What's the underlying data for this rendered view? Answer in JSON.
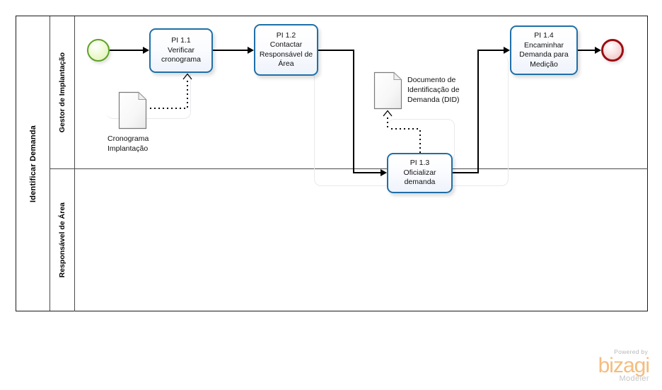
{
  "diagram": {
    "type": "bpmn-process-diagram",
    "pool": {
      "name": "Identificar Demanda",
      "lanes": [
        {
          "id": "lane-gestor",
          "name": "Gestor de Implantação"
        },
        {
          "id": "lane-responsavel",
          "name": "Responsável de Área"
        }
      ]
    },
    "events": [
      {
        "id": "start-event",
        "type": "start",
        "label": "",
        "lane": "lane-gestor",
        "color": "#5ea226"
      },
      {
        "id": "end-event",
        "type": "end",
        "label": "",
        "lane": "lane-gestor",
        "color": "#9c0d14"
      }
    ],
    "tasks": [
      {
        "id": "task-pi-1-1",
        "code": "PI 1.1",
        "name": "Verificar cronograma",
        "label": "PI 1.1\nVerificar\ncronograma",
        "lane": "lane-gestor"
      },
      {
        "id": "task-pi-1-2",
        "code": "PI 1.2",
        "name": "Contactar Responsável de Área",
        "label": "PI 1.2\nContactar\nResponsável de\nÁrea",
        "lane": "lane-gestor"
      },
      {
        "id": "task-pi-1-3",
        "code": "PI 1.3",
        "name": "Oficializar demanda",
        "label": "PI 1.3\nOficializar\ndemanda",
        "lane": "lane-gestor"
      },
      {
        "id": "task-pi-1-4",
        "code": "PI 1.4",
        "name": "Encaminhar Demanda para Medição",
        "label": "PI 1.4\nEncaminhar\nDemanda para\nMedição",
        "lane": "lane-gestor"
      }
    ],
    "data_objects": [
      {
        "id": "doc-cronograma",
        "label": "Cronograma\nImplantação",
        "associated_task": "task-pi-1-1"
      },
      {
        "id": "doc-did",
        "label": "Documento de\nIdentificação de\nDemanda (DID)",
        "associated_task": "task-pi-1-3"
      }
    ],
    "sequence_flows": [
      {
        "id": "flow-start-to-11",
        "from": "start-event",
        "to": "task-pi-1-1"
      },
      {
        "id": "flow-11-to-12",
        "from": "task-pi-1-1",
        "to": "task-pi-1-2"
      },
      {
        "id": "flow-12-to-13",
        "from": "task-pi-1-2",
        "to": "task-pi-1-3"
      },
      {
        "id": "flow-13-to-14",
        "from": "task-pi-1-3",
        "to": "task-pi-1-4"
      },
      {
        "id": "flow-14-to-end",
        "from": "task-pi-1-4",
        "to": "end-event"
      }
    ],
    "associations": [
      {
        "id": "assoc-cronograma-11",
        "from": "doc-cronograma",
        "to": "task-pi-1-1",
        "style": "dotted"
      },
      {
        "id": "assoc-13-did",
        "from": "task-pi-1-3",
        "to": "doc-did",
        "style": "dotted"
      }
    ],
    "colors": {
      "task_border": "#1F6FA8",
      "task_fill": "#EEF3FB",
      "start_event": "#5EA226",
      "end_event": "#9C0D14",
      "connector": "#000000",
      "lane_border": "#4A4A4A"
    }
  },
  "watermark": {
    "powered_by": "Powered by",
    "brand": "bizagi",
    "product": "Modeler",
    "brand_color": "#F4BD7F"
  }
}
